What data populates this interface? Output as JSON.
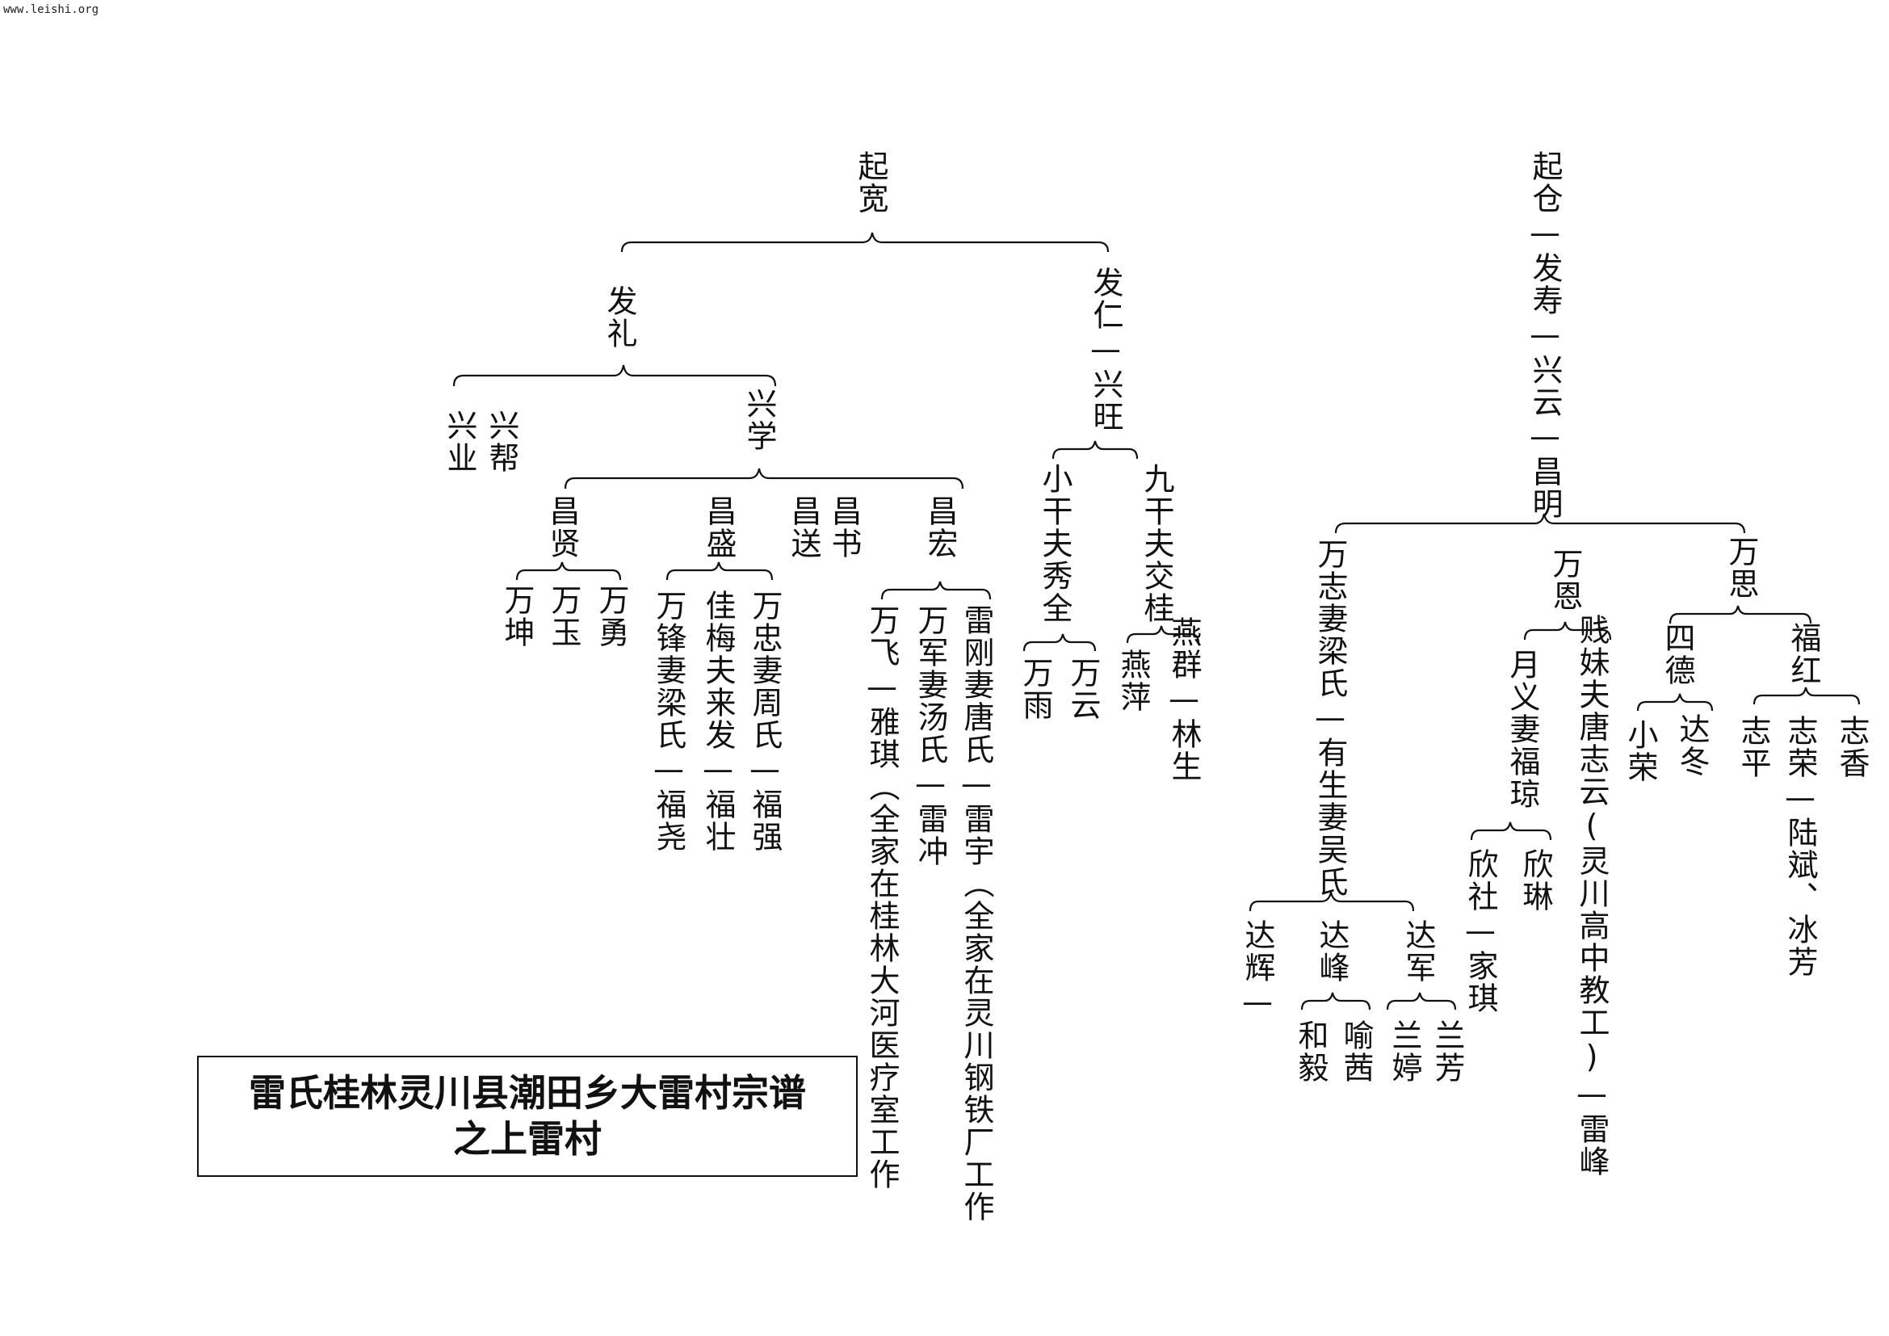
{
  "watermark": "www.leishi.org",
  "title": {
    "line1": "雷氏桂林灵川县潮田乡大雷村宗谱",
    "line2": "之上雷村"
  },
  "nodes": {
    "qikuan": "起宽",
    "fali": "发礼",
    "faren": "发仁—兴旺",
    "xingye": "兴业",
    "xingbang": "兴帮",
    "xingxue": "兴学",
    "changxian": "昌贤",
    "changsheng": "昌盛",
    "changsong": "昌送",
    "changshu": "昌书",
    "changhong": "昌宏",
    "wankun": "万坤",
    "wanyu": "万玉",
    "wanyong": "万勇",
    "wanfeng": "万锋妻梁氏—福尧",
    "guimei": "佳梅夫来发—福壮",
    "wanzhong": "万忠妻周氏—福强",
    "wanfei": "万飞—雅琪（全家在桂林大河医疗室工作",
    "wanjun": "万军妻汤氏—雷冲",
    "leigang": "雷刚妻唐氏—雷宇（全家在灵川钢铁厂工作",
    "xiaoqianfu": "小干夫秀全",
    "jiuqianfu": "九干夫交桂",
    "wanyu2": "万雨",
    "wanyun": "万云",
    "yanping": "燕萍",
    "yanqun": "燕群—林生",
    "qicang": "起仓—发寿—兴云—昌明",
    "wanzhi": "万志妻梁氏—有生妻吴氏",
    "wanen": "万恩",
    "wansi": "万思",
    "dahui": "达辉—",
    "dafeng": "达峰",
    "dajun": "达军",
    "heyi": "和毅",
    "yuqian": "喻茜",
    "lanting": "兰婷",
    "lanfang": "兰芳",
    "yueyi": "月义妻福琼",
    "jianmei": "贱妹夫唐志云(灵川高中教工)—雷峰",
    "xinshe": "欣社—家琪",
    "xinlin": "欣琳",
    "side": "四德",
    "fuhong": "福红",
    "xiaorong": "小荣",
    "dadong": "达冬",
    "zhiping": "志平",
    "zhirong": "志荣—陆斌、冰芳",
    "zhixiang": "志香"
  }
}
